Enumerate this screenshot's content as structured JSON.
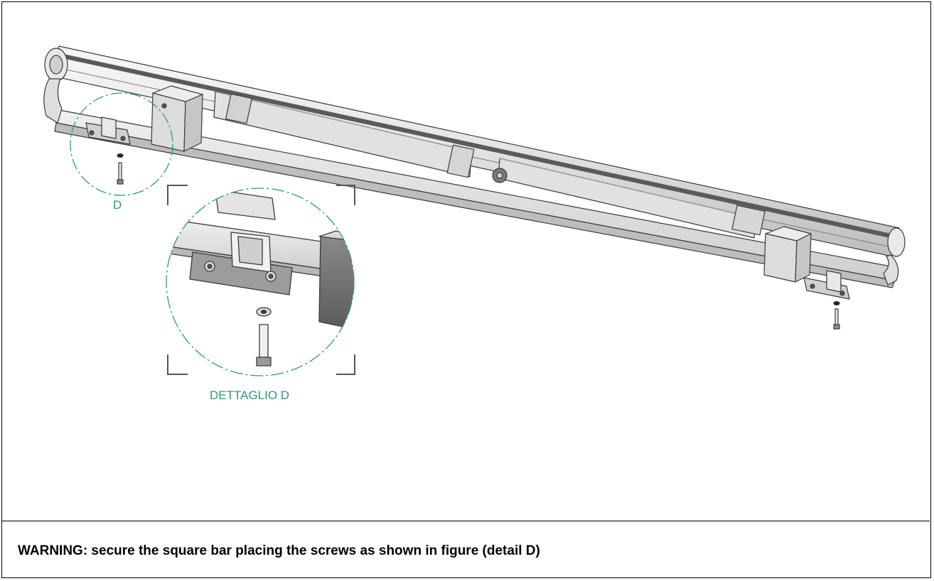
{
  "figure": {
    "callout_label": "D",
    "detail_label": "DETTAGLIO D",
    "callout_color": "#2e9a7c",
    "line_color": "#3a3a3a"
  },
  "caption": {
    "text": "WARNING: secure the square bar placing the screws as shown in figure (detail D)"
  }
}
